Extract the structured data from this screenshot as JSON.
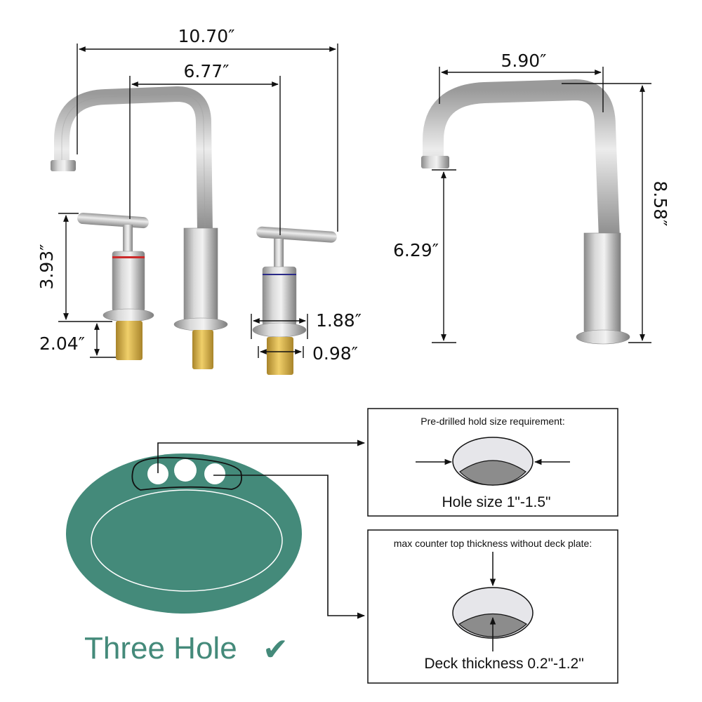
{
  "colors": {
    "line": "#111111",
    "chrome_light": "#e4e4e4",
    "chrome_mid": "#b8b8b8",
    "chrome_dark": "#8a8a8a",
    "brass": "#d8b14a",
    "brass_dark": "#a8842a",
    "sink_green": "#448a7a",
    "hot_ring": "#cc2a2a",
    "cold_ring": "#2a2a88",
    "hole_light": "#e6e6ea",
    "hole_dark": "#8c8c8c"
  },
  "front_view": {
    "overall_width": "10.70″",
    "handle_spacing": "6.77″",
    "handle_height": "3.93″",
    "shank_length": "2.04″",
    "base_diameter": "1.88″",
    "shank_diameter": "0.98″"
  },
  "side_view": {
    "spout_reach": "5.90″",
    "spout_clearance": "6.29″",
    "overall_height": "8.58″"
  },
  "sink": {
    "caption": "Three Hole",
    "check_icon": "✔"
  },
  "hole_box": {
    "title": "Pre-drilled hold size requirement:",
    "label": "Hole size 1\"-1.5\""
  },
  "deck_box": {
    "title": "max counter top thickness without deck plate:",
    "label": "Deck thickness 0.2\"-1.2\""
  }
}
